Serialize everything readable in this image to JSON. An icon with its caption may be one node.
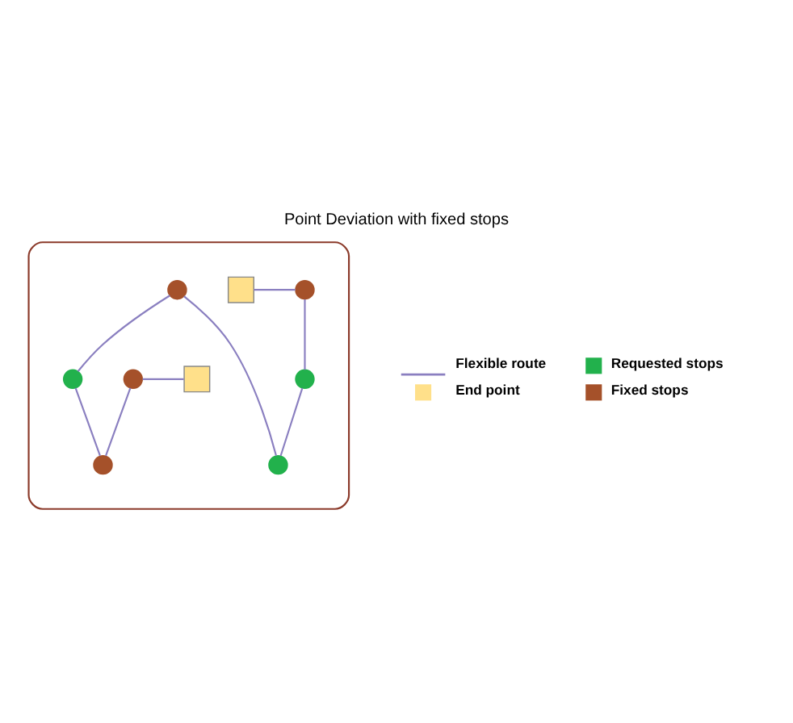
{
  "diagram": {
    "title": "Point Deviation with fixed stops",
    "nodes": [
      {
        "text": [],
        "shape": "ellipse"
      },
      {
        "text": [],
        "shape": "box",
        "in": 0
      },
      {
        "text": [],
        "shape": "circle",
        "in": 0
      },
      {
        "text": [],
        "shape": "circle",
        "in": 0
      },
      {
        "text": [],
        "shape": "circle",
        "in": 0
      },
      {
        "text": [],
        "shape": "circle",
        "in": 0
      },
      {
        "text": [],
        "shape": "circle",
        "in": 0
      },
      {
        "text": [],
        "shape": "circle",
        "in": 0
      },
      {
        "text": [],
        "shape": "circle",
        "in": 0
      },
      {
        "text": [],
        "shape": "box",
        "in": 0
      }
    ],
    "edges": [
      {
        "from": 1,
        "to": 2,
        "arrow": "none"
      },
      {
        "from": 2,
        "to": 3,
        "arrow": "none"
      },
      {
        "from": 3,
        "to": 4,
        "arrow": "none"
      },
      {
        "from": 4,
        "to": 5,
        "arrow": "none"
      },
      {
        "from": 5,
        "to": 6,
        "arrow": "none"
      },
      {
        "from": 6,
        "to": 7,
        "arrow": "none"
      },
      {
        "from": 7,
        "to": 8,
        "arrow": "none"
      },
      {
        "from": 8,
        "to": 9,
        "arrow": "none"
      }
    ],
    "legend": [
      {
        "text": "Flexible route"
      },
      {
        "text": "Requested stops",
        "color": "#22b14c"
      },
      {
        "text": "End point",
        "color": "#ffe08a"
      },
      {
        "text": "Fixed stops",
        "color": "#a5512a"
      }
    ]
  }
}
